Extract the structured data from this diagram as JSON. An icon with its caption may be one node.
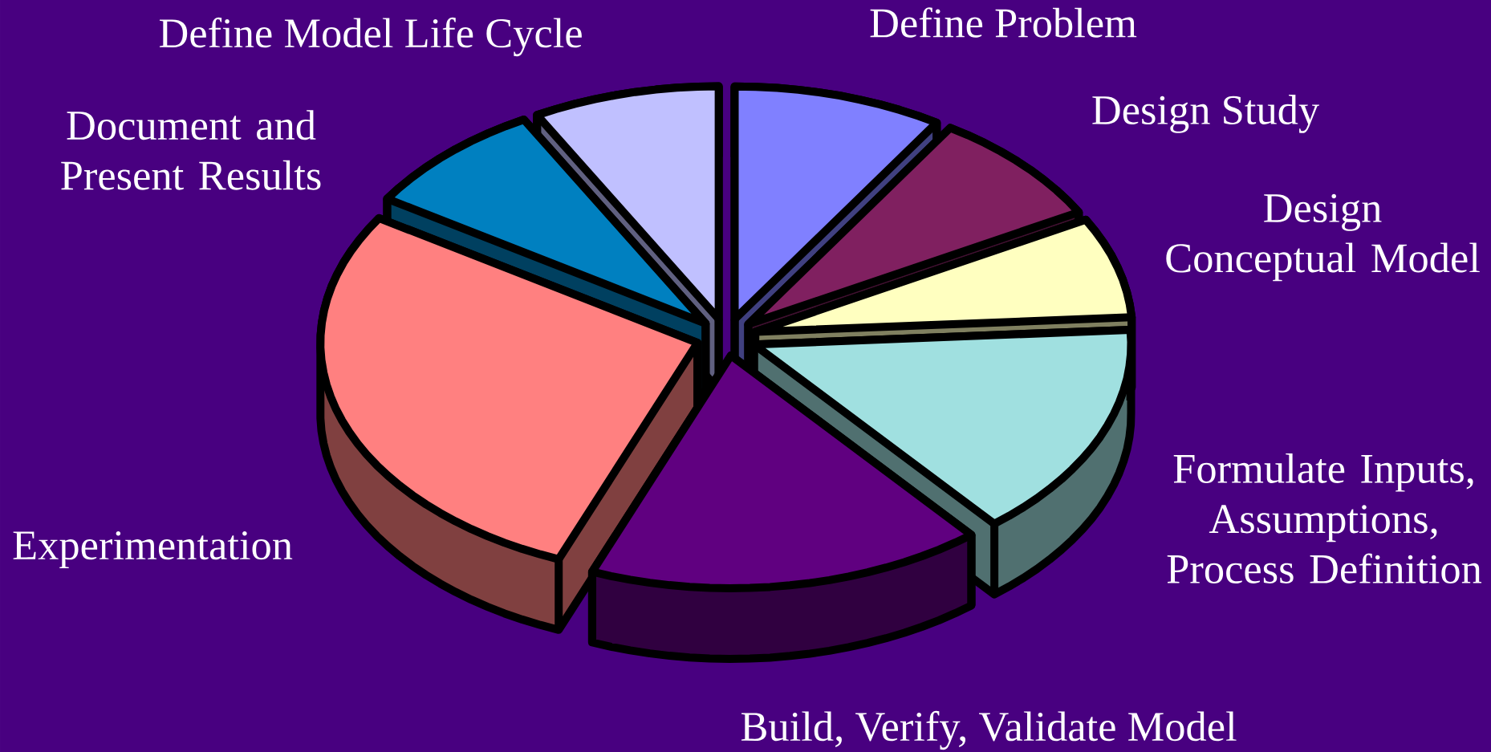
{
  "diagram": {
    "nodes": [
      {
        "text": [
          "Define Problem"
        ]
      },
      {
        "text": [
          "Design Study"
        ]
      },
      {
        "text": [
          "Design Conceptual Model"
        ]
      },
      {
        "text": [
          "Formulate Inputs, Assumptions, Process Definition"
        ]
      },
      {
        "text": [
          "Build, Verify, Validate Model"
        ]
      },
      {
        "text": [
          "Experimentation"
        ]
      },
      {
        "text": [
          "Document and Present Results"
        ]
      },
      {
        "text": [
          "Define Model Life Cycle"
        ]
      }
    ]
  }
}
